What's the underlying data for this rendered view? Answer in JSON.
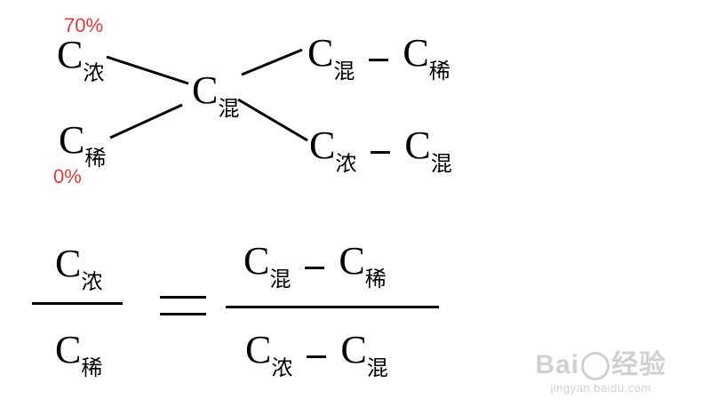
{
  "symbols": {
    "c": "C",
    "concentrated": "浓",
    "dilute": "稀",
    "mixed": "混"
  },
  "labels": {
    "high_percent": "70%",
    "low_percent": "0%"
  },
  "colors": {
    "text": "#000000",
    "percent": "#e03a3a",
    "watermark": "#d0d0d0"
  },
  "watermark": {
    "brand_left": "Bai",
    "brand_right": "经验",
    "url": "jingyan.baidu.com"
  }
}
